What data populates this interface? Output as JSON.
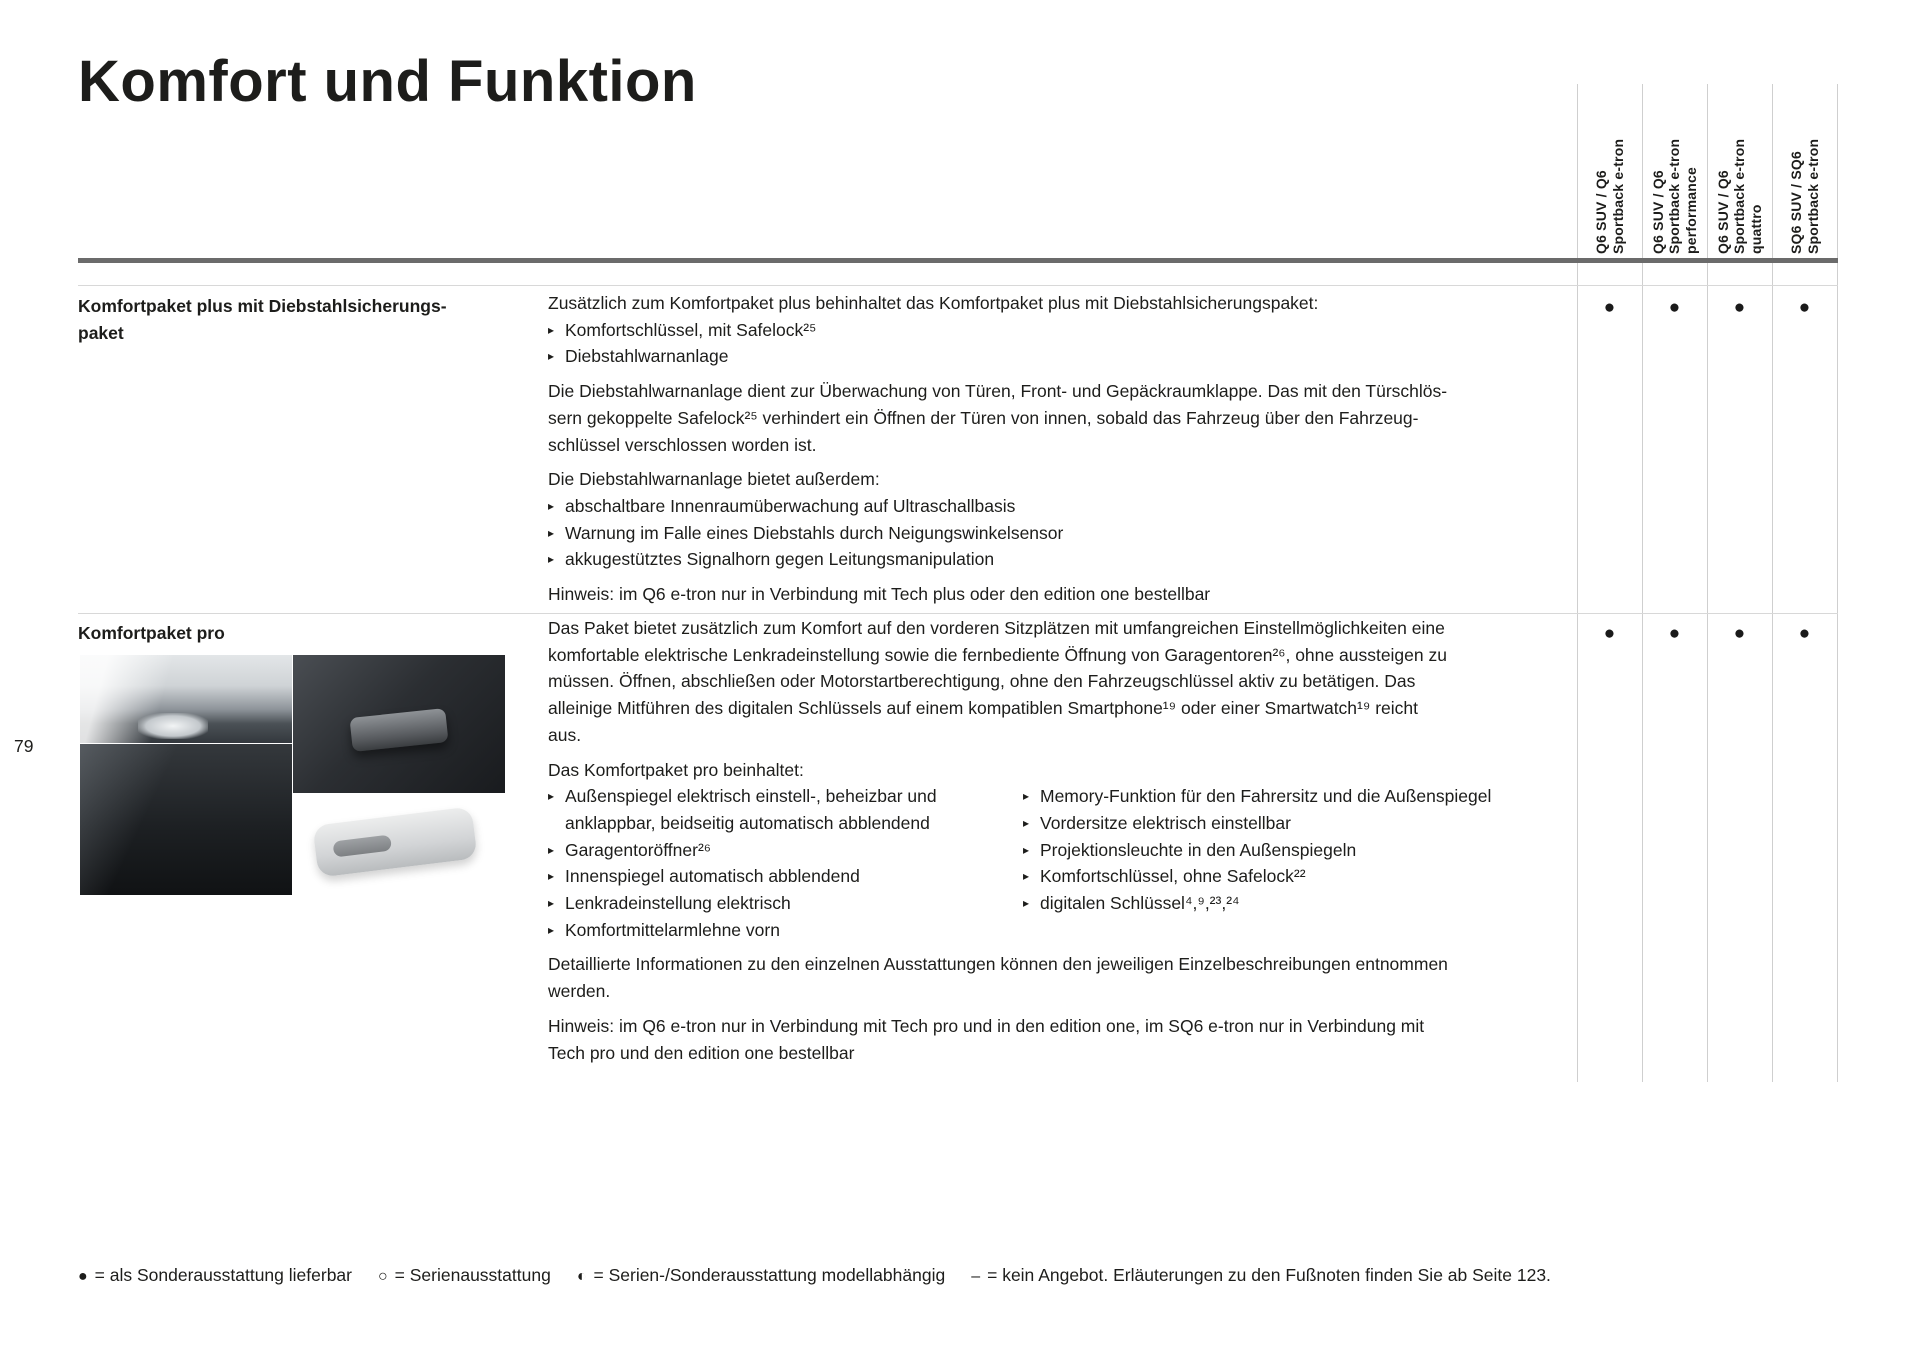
{
  "page": {
    "title": "Komfort und Funktion",
    "page_number": "79"
  },
  "glyphs": {
    "bullet": "▸"
  },
  "model_columns": [
    {
      "lines": [
        "Q6 SUV / Q6",
        "Sportback e-tron"
      ]
    },
    {
      "lines": [
        "Q6 SUV / Q6",
        "Sportback e-tron",
        "performance"
      ]
    },
    {
      "lines": [
        "Q6 SUV / Q6",
        "Sportback e-tron",
        "quattro"
      ]
    },
    {
      "lines": [
        "SQ6 SUV / SQ6",
        "Sportback e-tron"
      ]
    }
  ],
  "rows": [
    {
      "title_lines": [
        "Komfortpaket plus mit Diebstahlsicherungs-",
        "paket"
      ],
      "intro": "Zusätzlich zum Komfortpaket plus behinhaltet das Komfortpaket plus mit Diebstahlsicherungspaket:",
      "bullets1": [
        "Komfortschlüssel, mit Safelock²⁵",
        "Diebstahlwarnanlage"
      ],
      "para1_lines": [
        "Die Diebstahlwarnanlage dient zur Überwachung von Türen, Front- und Gepäckraumklappe. Das mit den Türschlös-",
        "sern gekoppelte Safelock²⁵ verhindert ein Öffnen der Türen von innen, sobald das Fahrzeug über den Fahrzeug-",
        "schlüssel verschlossen worden ist."
      ],
      "para2": "Die Diebstahlwarnanlage bietet außerdem:",
      "bullets2": [
        "abschaltbare Innenraumüberwachung auf Ultraschallbasis",
        "Warnung im Falle eines Diebstahls durch Neigungswinkelsensor",
        "akkugestütztes Signalhorn gegen Leitungsmanipulation"
      ],
      "hinweis": "Hinweis: im Q6 e-tron nur in Verbindung mit Tech plus oder den edition one bestellbar",
      "availability": [
        "●",
        "●",
        "●",
        "●"
      ]
    },
    {
      "title": "Komfortpaket pro",
      "intro_lines": [
        "Das Paket bietet zusätzlich zum Komfort auf den vorderen Sitzplätzen mit umfangreichen Einstellmöglichkeiten eine",
        "komfortable elektrische Lenkradeinstellung sowie die fernbediente Öffnung von Garagentoren²⁶, ohne aussteigen zu",
        "müssen. Öffnen, abschließen oder Motorstartberechtigung, ohne den Fahrzeugschlüssel aktiv zu betätigen. Das",
        "alleinige Mitführen des digitalen Schlüssels auf einem kompatiblen Smartphone¹⁹ oder einer Smartwatch¹⁹ reicht",
        "aus."
      ],
      "subhead": "Das Komfortpaket pro beinhaltet:",
      "bullets_left": [
        "Außenspiegel elektrisch einstell-, beheizbar und anklappbar, beidseitig automatisch abblendend",
        "Garagentoröffner²⁶",
        "Innenspiegel automatisch abblendend",
        "Lenkradeinstellung elektrisch",
        "Komfortmittelarmlehne vorn"
      ],
      "bullets_right": [
        "Memory-Funktion für den Fahrersitz und die Außenspiegel",
        "Vordersitze elektrisch einstellbar",
        "Projektionsleuchte in den Außenspiegeln",
        "Komfortschlüssel, ohne Safelock²²",
        "digitalen Schlüssel⁴,⁹,²³,²⁴"
      ],
      "outro_lines": [
        "Detaillierte Informationen zu den einzelnen Ausstattungen können den jeweiligen Einzelbeschreibungen entnommen",
        "werden."
      ],
      "hinweis_lines": [
        "Hinweis: im Q6 e-tron nur in Verbindung mit Tech pro und in den edition one, im SQ6 e-tron nur in Verbindung mit",
        "Tech pro und den edition one bestellbar"
      ],
      "availability": [
        "●",
        "●",
        "●",
        "●"
      ]
    }
  ],
  "legend": {
    "items": [
      {
        "symbol": "●",
        "text": "= als Sonderausstattung lieferbar"
      },
      {
        "symbol": "○",
        "text": "= Serienausstattung"
      },
      {
        "symbol": "◐",
        "text": "= Serien-/Sonderausstattung modellabhängig"
      },
      {
        "symbol": "–",
        "text": "= kein Angebot. Erläuterungen zu den Fußnoten finden Sie ab Seite 123."
      }
    ]
  }
}
